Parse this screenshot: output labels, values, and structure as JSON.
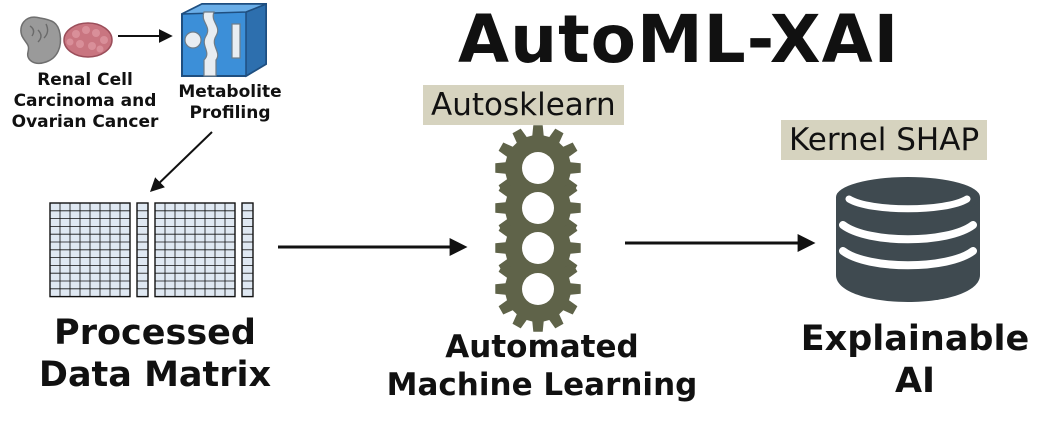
{
  "title": "AutoML-XAI",
  "source": {
    "label_lines": [
      "Renal Cell",
      "Carcinoma and",
      "Ovarian Cancer"
    ]
  },
  "profiling": {
    "label_lines": [
      "Metabolite",
      "Profiling"
    ]
  },
  "matrix": {
    "label_lines": [
      "Processed",
      "Data Matrix"
    ]
  },
  "automl": {
    "tag": "Autosklearn",
    "label_lines": [
      "Automated",
      "Machine Learning"
    ]
  },
  "xai": {
    "tag": "Kernel SHAP",
    "label_lines": [
      "Explainable",
      "AI"
    ]
  },
  "icons": [
    "kidney-icon",
    "ovary-icon",
    "metabolite-chip-icon",
    "data-grid-icon",
    "gear-stack-icon",
    "database-icon"
  ],
  "colors": {
    "gear": "#5f6349",
    "database": "#3f4a50",
    "chip": "#3c8fd8",
    "grid_fill": "#dfe8f2",
    "tag_bg": "#d6d3bf",
    "ovary": "#c97580",
    "kidney": "#9a9a9a"
  }
}
